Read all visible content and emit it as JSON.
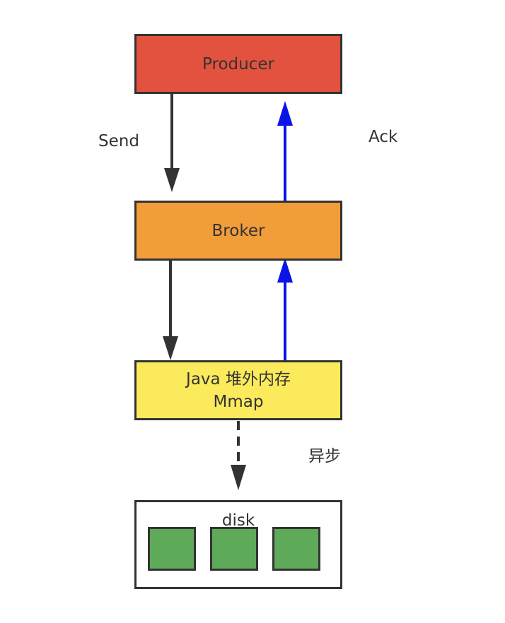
{
  "producer": {
    "label": "Producer"
  },
  "broker": {
    "label": "Broker"
  },
  "memory": {
    "line1": "Java 堆外内存",
    "line2": "Mmap"
  },
  "disk": {
    "label": "disk",
    "block_count": 3
  },
  "labels": {
    "send": "Send",
    "ack": "Ack",
    "async": "异步"
  },
  "colors": {
    "producer": "#e2523f",
    "broker": "#f09d3a",
    "memory": "#fbea5c",
    "disk_block": "#5faa58",
    "send_arrow": "#333333",
    "ack_arrow": "#0a14e8",
    "async_arrow": "#333333"
  }
}
